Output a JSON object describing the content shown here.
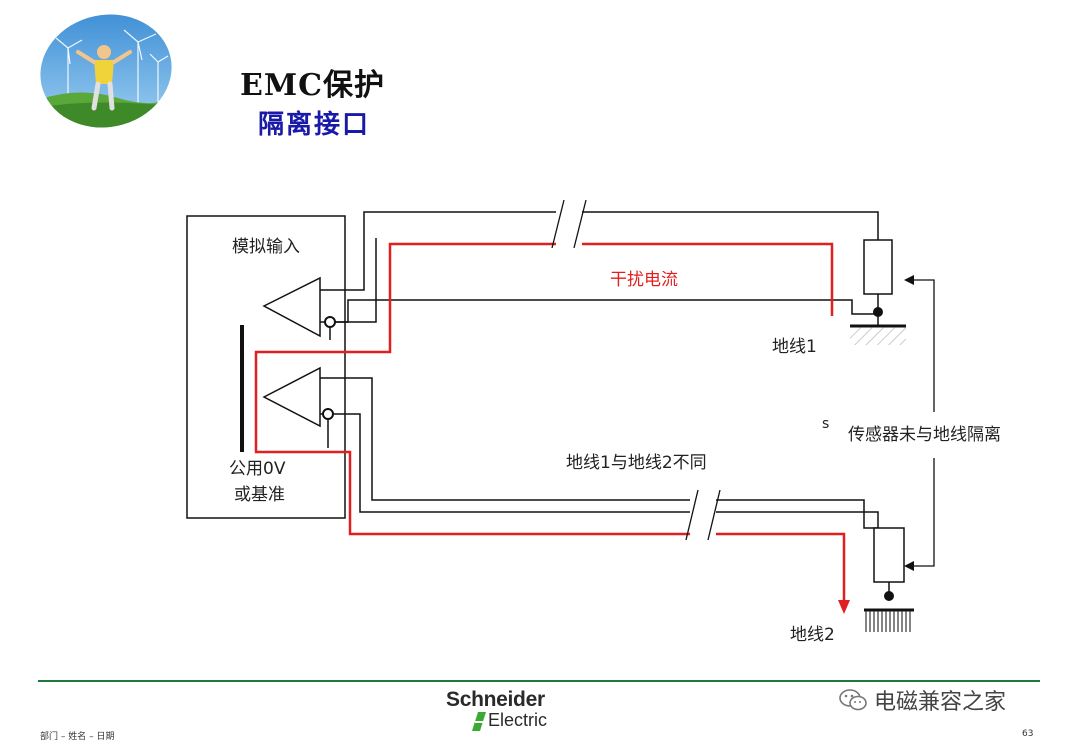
{
  "slide": {
    "title": "EMC保护",
    "subtitle": "隔离接口"
  },
  "diagram": {
    "box_label": "模拟输入",
    "common_label_line1": "公用0V",
    "common_label_line2": "或基准",
    "interference_label": "干扰电流",
    "ground1_label": "地线1",
    "ground2_label": "地线2",
    "grounds_differ_label": "地线1与地线2不同",
    "sensor_note": "传感器未与地线隔离",
    "stray_char": "s"
  },
  "footer": {
    "left_text": "部门 – 姓名 – 日期",
    "page_number": "63",
    "brand_name": "Schneider",
    "brand_sub": "Electric",
    "watermark": "电磁兼容之家"
  },
  "colors": {
    "interference": "#e02020",
    "title_blue": "#1a1aa8",
    "footer_green": "#1e7a3a"
  }
}
